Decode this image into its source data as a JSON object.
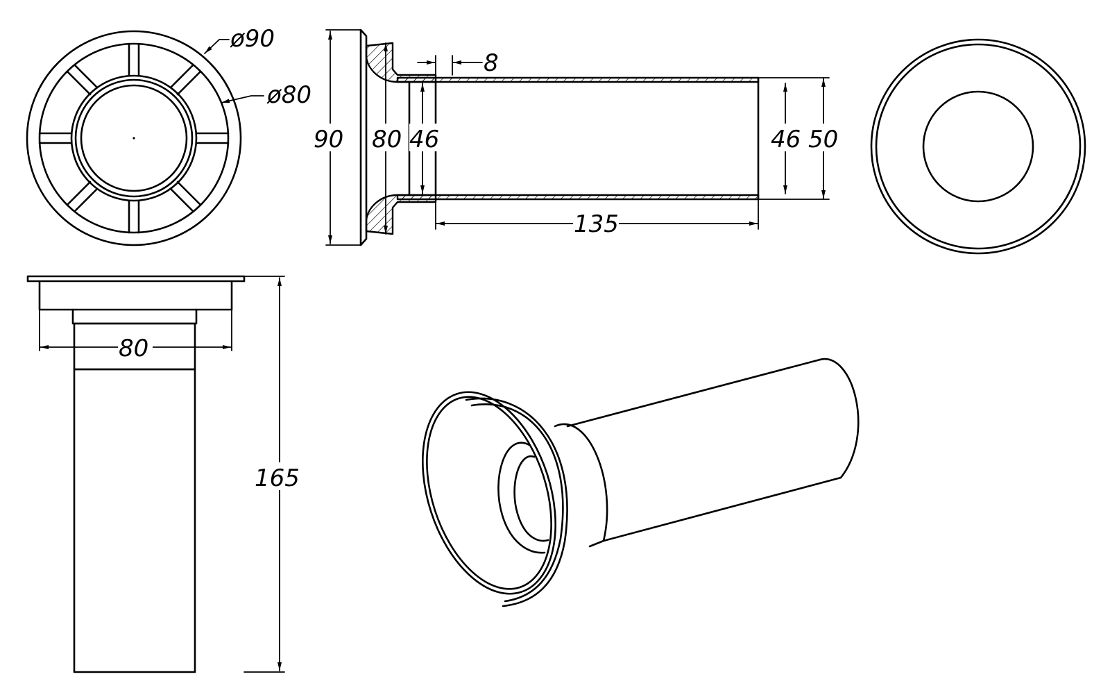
{
  "drawing": {
    "colors": {
      "line": "#000000",
      "background": "#ffffff"
    },
    "dimensions": {
      "front_outer_dia": "ø90",
      "front_inner_dia": "ø80",
      "side_flange_height": "90",
      "side_flange_inner": "80",
      "side_pipe_inner_left": "46",
      "side_flange_offset": "8",
      "side_pipe_inner_right": "46",
      "side_pipe_outer": "50",
      "side_pipe_length": "135",
      "top_width": "80",
      "top_total_length": "165"
    }
  }
}
